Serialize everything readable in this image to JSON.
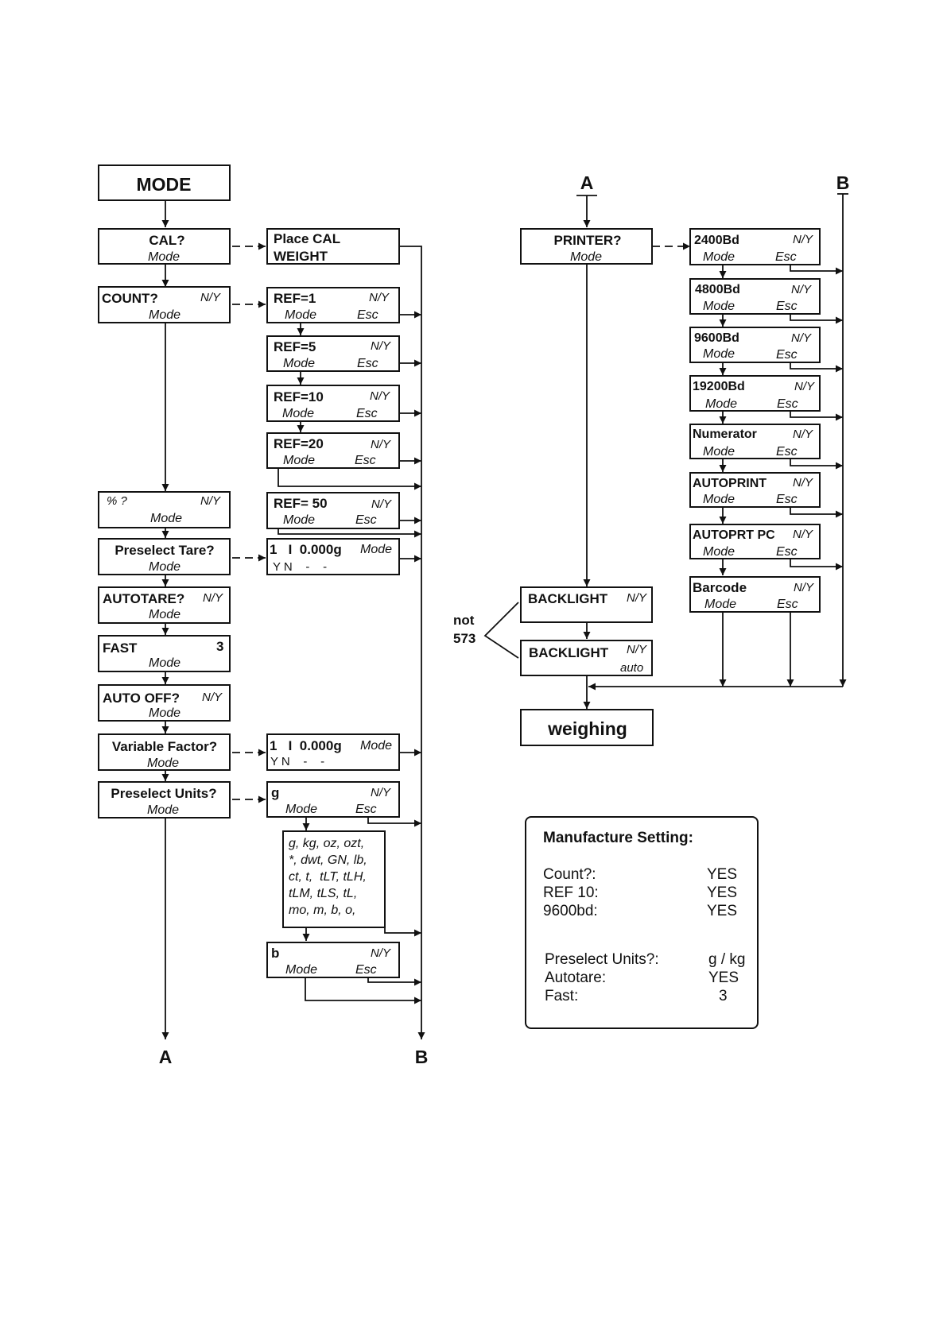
{
  "connectors": {
    "a_label": "A",
    "b_label": "B"
  },
  "left": {
    "mode": "MODE",
    "cal": {
      "title": "CAL?",
      "sub": "Mode"
    },
    "place_cal": {
      "line1": "Place CAL",
      "line2": "WEIGHT"
    },
    "count": {
      "title": "COUNT?",
      "ny": "N/Y",
      "sub": "Mode"
    },
    "refs": [
      {
        "title": "REF=1",
        "ny": "N/Y",
        "mode": "Mode",
        "esc": "Esc"
      },
      {
        "title": "REF=5",
        "ny": "N/Y",
        "mode": "Mode",
        "esc": "Esc"
      },
      {
        "title": "REF=10",
        "ny": "N/Y",
        "mode": "Mode",
        "esc": "Esc"
      },
      {
        "title": "REF=20",
        "ny": "N/Y",
        "mode": "Mode",
        "esc": "Esc"
      },
      {
        "title": "REF= 50",
        "ny": "N/Y",
        "mode": "Mode",
        "esc": "Esc"
      }
    ],
    "percent": {
      "title": "% ?",
      "ny": "N/Y",
      "sub": "Mode"
    },
    "preselect_tare": {
      "title": "Preselect Tare?",
      "sub": "Mode"
    },
    "tare_display": {
      "line1": "1   I  0.000g",
      "mode": "Mode",
      "line2": "Y N    -    -"
    },
    "autotare": {
      "title": "AUTOTARE?",
      "ny": "N/Y",
      "sub": "Mode"
    },
    "fast": {
      "title": "FAST",
      "value": "3",
      "sub": "Mode"
    },
    "auto_off": {
      "title": "AUTO OFF?",
      "ny": "N/Y",
      "sub": "Mode"
    },
    "variable_factor": {
      "title": "Variable Factor?",
      "sub": "Mode"
    },
    "vf_display": {
      "line1": "1   I  0.000g",
      "mode": "Mode",
      "line2": "Y N    -    -"
    },
    "preselect_units": {
      "title": "Preselect Units?",
      "sub": "Mode"
    },
    "unit_g": {
      "title": "g",
      "ny": "N/Y",
      "mode": "Mode",
      "esc": "Esc"
    },
    "units_list": [
      "g, kg, oz, ozt,",
      "*, dwt, GN, lb,",
      "ct, t,  tLT, tLH,",
      "tLM, tLS, tL,",
      "mo, m, b, o,"
    ],
    "unit_b": {
      "title": "b",
      "ny": "N/Y",
      "mode": "Mode",
      "esc": "Esc"
    }
  },
  "right": {
    "printer": {
      "title": "PRINTER?",
      "sub": "Mode"
    },
    "baud": [
      {
        "title": "2400Bd",
        "ny": "N/Y",
        "mode": "Mode",
        "esc": "Esc"
      },
      {
        "title": "4800Bd",
        "ny": "N/Y",
        "mode": "Mode",
        "esc": "Esc"
      },
      {
        "title": "9600Bd",
        "ny": "N/Y",
        "mode": "Mode",
        "esc": "Esc"
      },
      {
        "title": "19200Bd",
        "ny": "N/Y",
        "mode": "Mode",
        "esc": "Esc"
      },
      {
        "title": "Numerator",
        "ny": "N/Y",
        "mode": "Mode",
        "esc": "Esc"
      },
      {
        "title": "AUTOPRINT",
        "ny": "N/Y",
        "mode": "Mode",
        "esc": "Esc"
      },
      {
        "title": "AUTOPRT PC",
        "ny": "N/Y",
        "mode": "Mode",
        "esc": "Esc"
      },
      {
        "title": "Barcode",
        "ny": "N/Y",
        "mode": "Mode",
        "esc": "Esc"
      }
    ],
    "backlight1": {
      "title": "BACKLIGHT",
      "ny": "N/Y"
    },
    "backlight2": {
      "title": "BACKLIGHT",
      "ny": "N/Y",
      "sub": "auto"
    },
    "not_label": "not",
    "model_label": "573",
    "weighing": "weighing"
  },
  "manufacture": {
    "title": "Manufacture Setting:",
    "rows": [
      {
        "key": "Count?:",
        "value": "YES"
      },
      {
        "key": "REF 10:",
        "value": "YES"
      },
      {
        "key": "9600bd:",
        "value": "YES"
      },
      {
        "key": "Preselect Units?:",
        "value": "g / kg"
      },
      {
        "key": "Autotare:",
        "value": "YES"
      },
      {
        "key": "Fast:",
        "value": "3"
      }
    ]
  }
}
